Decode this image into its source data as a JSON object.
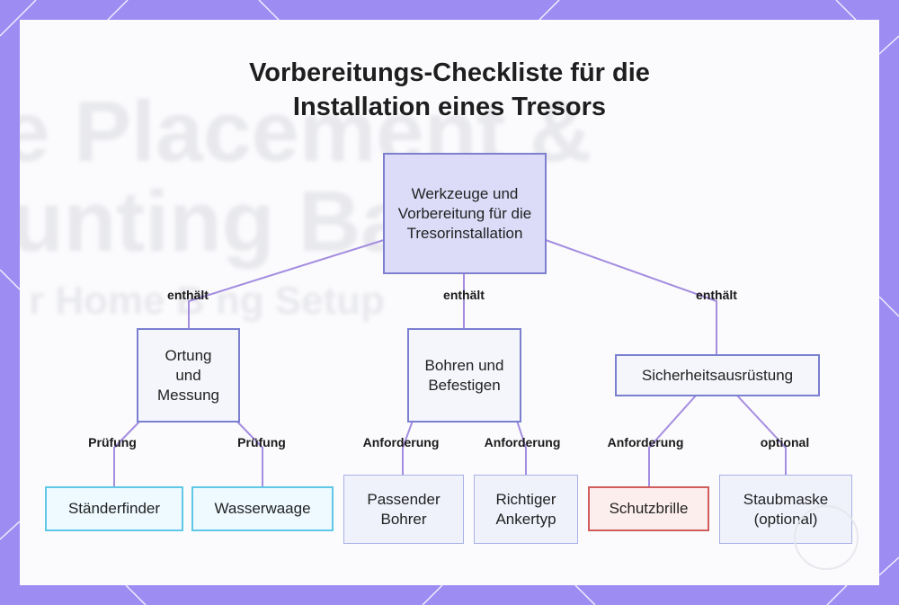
{
  "title": {
    "line1": "Vorbereitungs-Checkliste für die",
    "line2": "Installation eines Tresors"
  },
  "background_text": {
    "line1": "e Placement &",
    "line2": "unting Bas",
    "line3": "r Home B ng Setup"
  },
  "colors": {
    "frame": "#9d8cf2",
    "link": "#a48ce0",
    "root_fill": "#dcdcf9",
    "cyan_border": "#5ec8e6",
    "red_border": "#d15c5c"
  },
  "nodes": {
    "root": "Werkzeuge und Vorbereitung für die Tresorinstallation",
    "ortung": "Ortung und Messung",
    "bohren": "Bohren und Befestigen",
    "sicherheit": "Sicherheitsausrüstung",
    "staenderfinder": "Ständerfinder",
    "wasserwaage": "Wasserwaage",
    "passender_bohrer": "Passender Bohrer",
    "ankertyp": "Richtiger Ankertyp",
    "schutzbrille": "Schutzbrille",
    "staubmaske": "Staubmaske (optional)"
  },
  "edge_labels": {
    "root_ortung": "enthält",
    "root_bohren": "enthält",
    "root_sicherheit": "enthält",
    "ortung_staender": "Prüfung",
    "ortung_wasser": "Prüfung",
    "bohren_bohrer": "Anforderung",
    "bohren_anker": "Anforderung",
    "sicherheit_brille": "Anforderung",
    "sicherheit_maske": "optional"
  }
}
